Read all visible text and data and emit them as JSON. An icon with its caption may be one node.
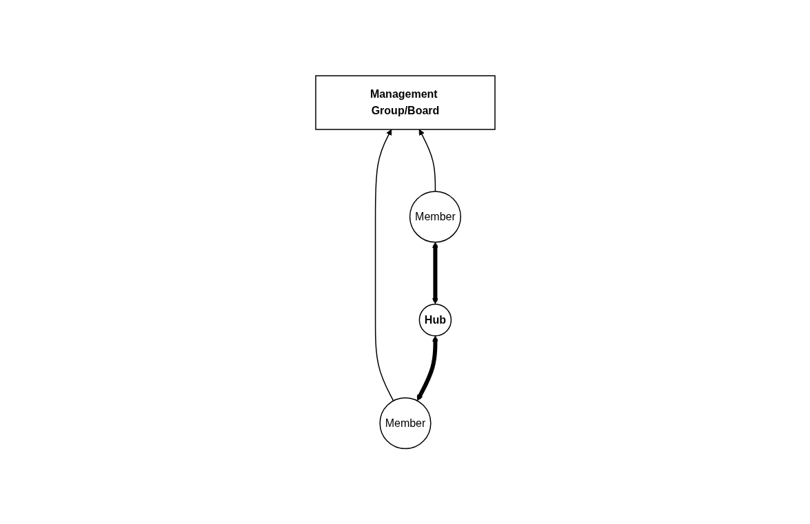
{
  "diagram": {
    "nodes": [
      {
        "text": [
          "Management Group/Board"
        ]
      },
      {
        "text": [
          "Member"
        ]
      },
      {
        "text": [
          "Hub"
        ]
      },
      {
        "text": [
          "Member"
        ]
      }
    ],
    "edges": [
      {
        "from": 1,
        "to": 0,
        "arrow": "to"
      },
      {
        "from": 3,
        "to": 0,
        "arrow": "to"
      },
      {
        "from": 1,
        "to": 2,
        "arrow": "both",
        "style": "thick"
      },
      {
        "from": 2,
        "to": 3,
        "arrow": "both",
        "style": "thick"
      }
    ]
  }
}
